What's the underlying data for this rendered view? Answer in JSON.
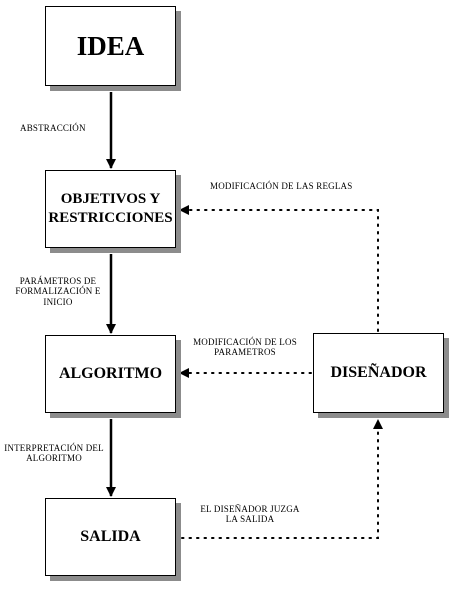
{
  "nodes": {
    "idea": "IDEA",
    "objetivos_line1": "OBJETIVOS Y",
    "objetivos_line2": "RESTRICCIONES",
    "algoritmo": "ALGORITMO",
    "salida": "SALIDA",
    "disenador": "DISEÑADOR"
  },
  "edges": {
    "abstraccion": "ABSTRACCIÓN",
    "parametros_line1": "PARÁMETROS DE",
    "parametros_line2": "FORMALIZACIÓN E",
    "parametros_line3": "INICIO",
    "interpretacion_line1": "INTERPRETACIÓN DEL",
    "interpretacion_line2": "ALGORITMO",
    "mod_reglas": "MODIFICACIÓN DE LAS REGLAS",
    "mod_parametros_line1": "MODIFICACIÓN DE LOS",
    "mod_parametros_line2": "PARAMETROS",
    "juzga_line1": "EL DISEÑADOR JUZGA",
    "juzga_line2": "LA SALIDA"
  },
  "colors": {
    "line": "#000000",
    "shadow": "#8c8c8c",
    "background": "#ffffff"
  }
}
